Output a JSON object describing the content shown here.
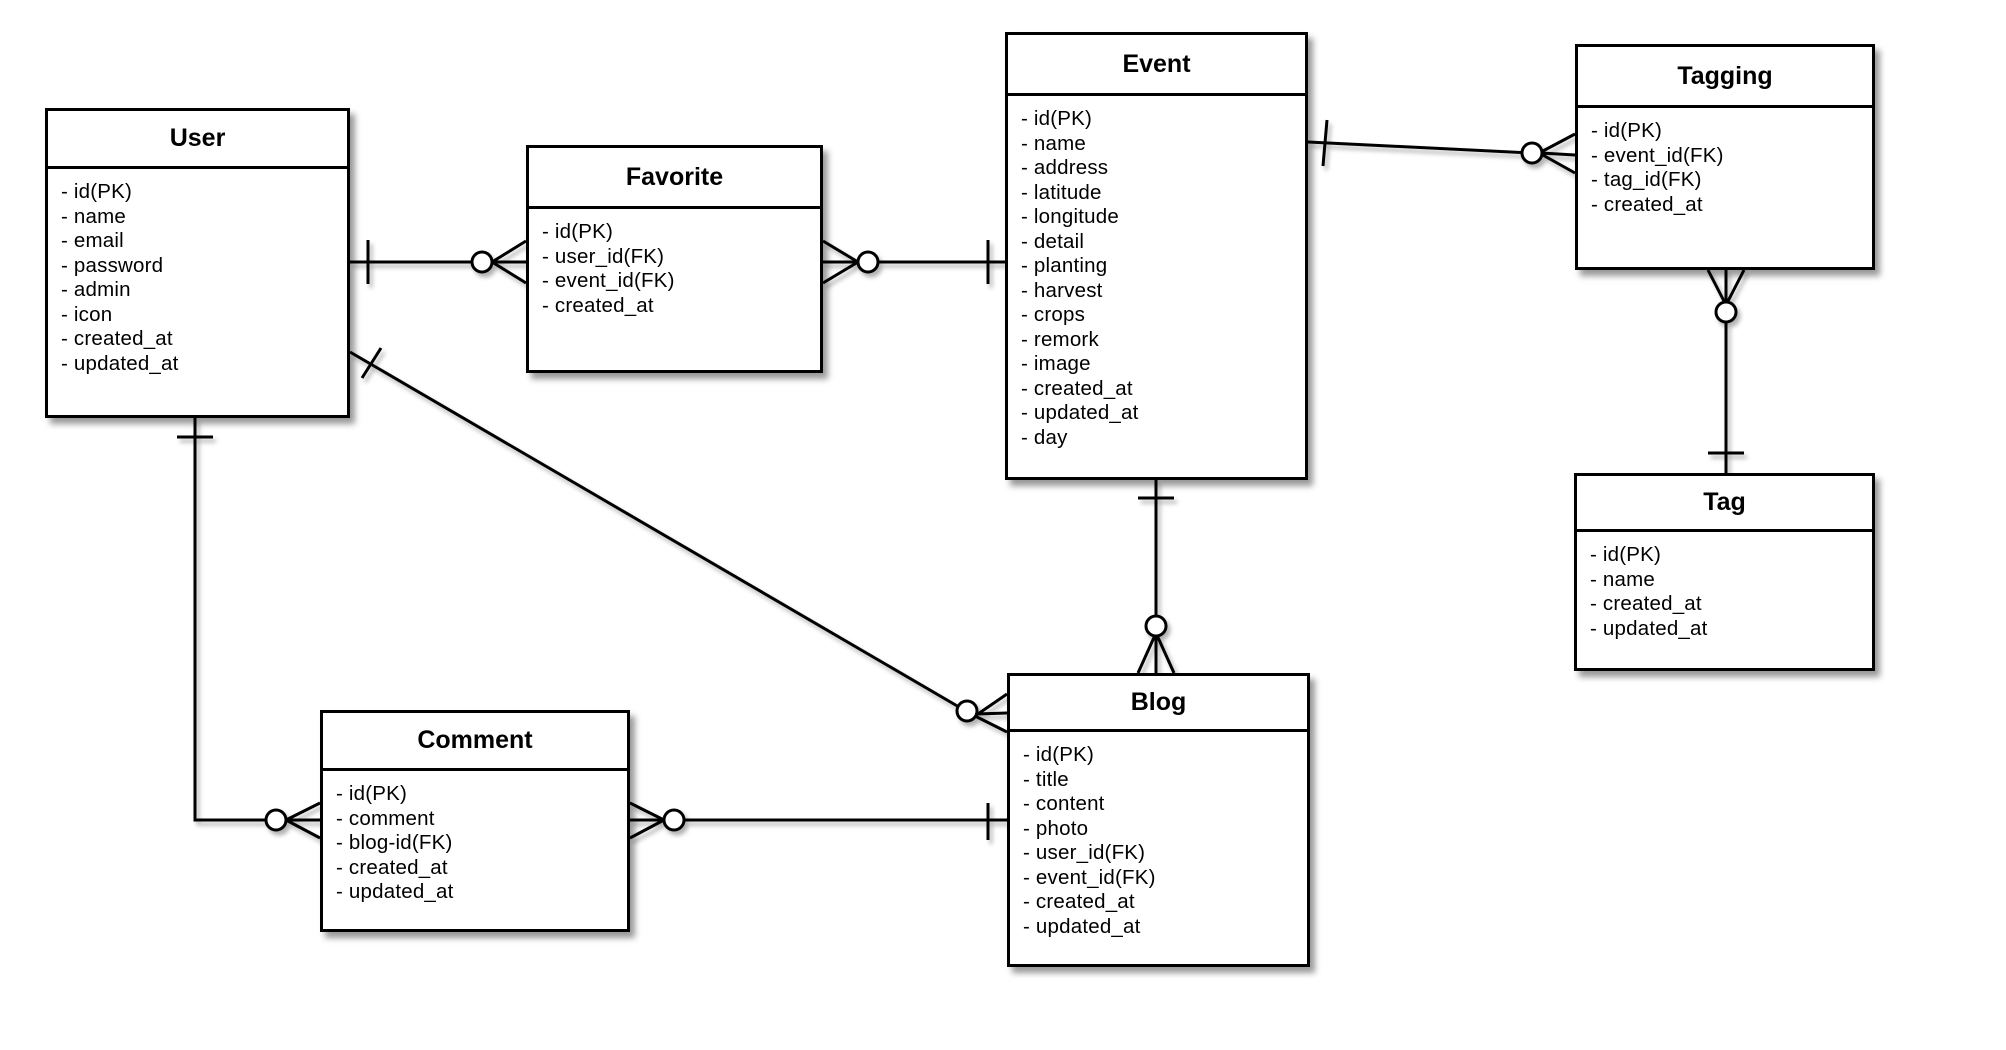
{
  "diagram_type": "entity-relationship",
  "notation": "crow-foot",
  "entities": [
    {
      "id": "user",
      "name": "User",
      "fields": [
        "- id(PK)",
        "- name",
        "- email",
        "- password",
        "- admin",
        "- icon",
        "- created_at",
        "- updated_at"
      ]
    },
    {
      "id": "favorite",
      "name": "Favorite",
      "fields": [
        "- id(PK)",
        "- user_id(FK)",
        "- event_id(FK)",
        "- created_at"
      ]
    },
    {
      "id": "event",
      "name": "Event",
      "fields": [
        "- id(PK)",
        "- name",
        "- address",
        "- latitude",
        "- longitude",
        "- detail",
        "- planting",
        "- harvest",
        "- crops",
        "- remork",
        "- image",
        "- created_at",
        "- updated_at",
        "- day"
      ]
    },
    {
      "id": "tagging",
      "name": "Tagging",
      "fields": [
        "- id(PK)",
        "- event_id(FK)",
        "- tag_id(FK)",
        "- created_at"
      ]
    },
    {
      "id": "tag",
      "name": "Tag",
      "fields": [
        "- id(PK)",
        "- name",
        "- created_at",
        "- updated_at"
      ]
    },
    {
      "id": "comment",
      "name": "Comment",
      "fields": [
        "- id(PK)",
        "- comment",
        "- blog-id(FK)",
        "- created_at",
        "- updated_at"
      ]
    },
    {
      "id": "blog",
      "name": "Blog",
      "fields": [
        "- id(PK)",
        "- title",
        "- content",
        "- photo",
        "- user_id(FK)",
        "- event_id(FK)",
        "- created_at",
        "- updated_at"
      ]
    }
  ],
  "relationships": [
    {
      "from": "User",
      "to": "Favorite",
      "from_cardinality": "one",
      "to_cardinality": "zero-or-many"
    },
    {
      "from": "Event",
      "to": "Favorite",
      "from_cardinality": "one",
      "to_cardinality": "zero-or-many"
    },
    {
      "from": "Event",
      "to": "Tagging",
      "from_cardinality": "one",
      "to_cardinality": "zero-or-many"
    },
    {
      "from": "Tag",
      "to": "Tagging",
      "from_cardinality": "one",
      "to_cardinality": "zero-or-many"
    },
    {
      "from": "Event",
      "to": "Blog",
      "from_cardinality": "one",
      "to_cardinality": "zero-or-many"
    },
    {
      "from": "User",
      "to": "Blog",
      "from_cardinality": "one",
      "to_cardinality": "zero-or-many"
    },
    {
      "from": "User",
      "to": "Comment",
      "from_cardinality": "one",
      "to_cardinality": "zero-or-many"
    },
    {
      "from": "Blog",
      "to": "Comment",
      "from_cardinality": "one",
      "to_cardinality": "zero-or-many"
    }
  ],
  "colors": {
    "line": "#000000",
    "box_fill": "#ffffff",
    "background": "#ffffff"
  }
}
